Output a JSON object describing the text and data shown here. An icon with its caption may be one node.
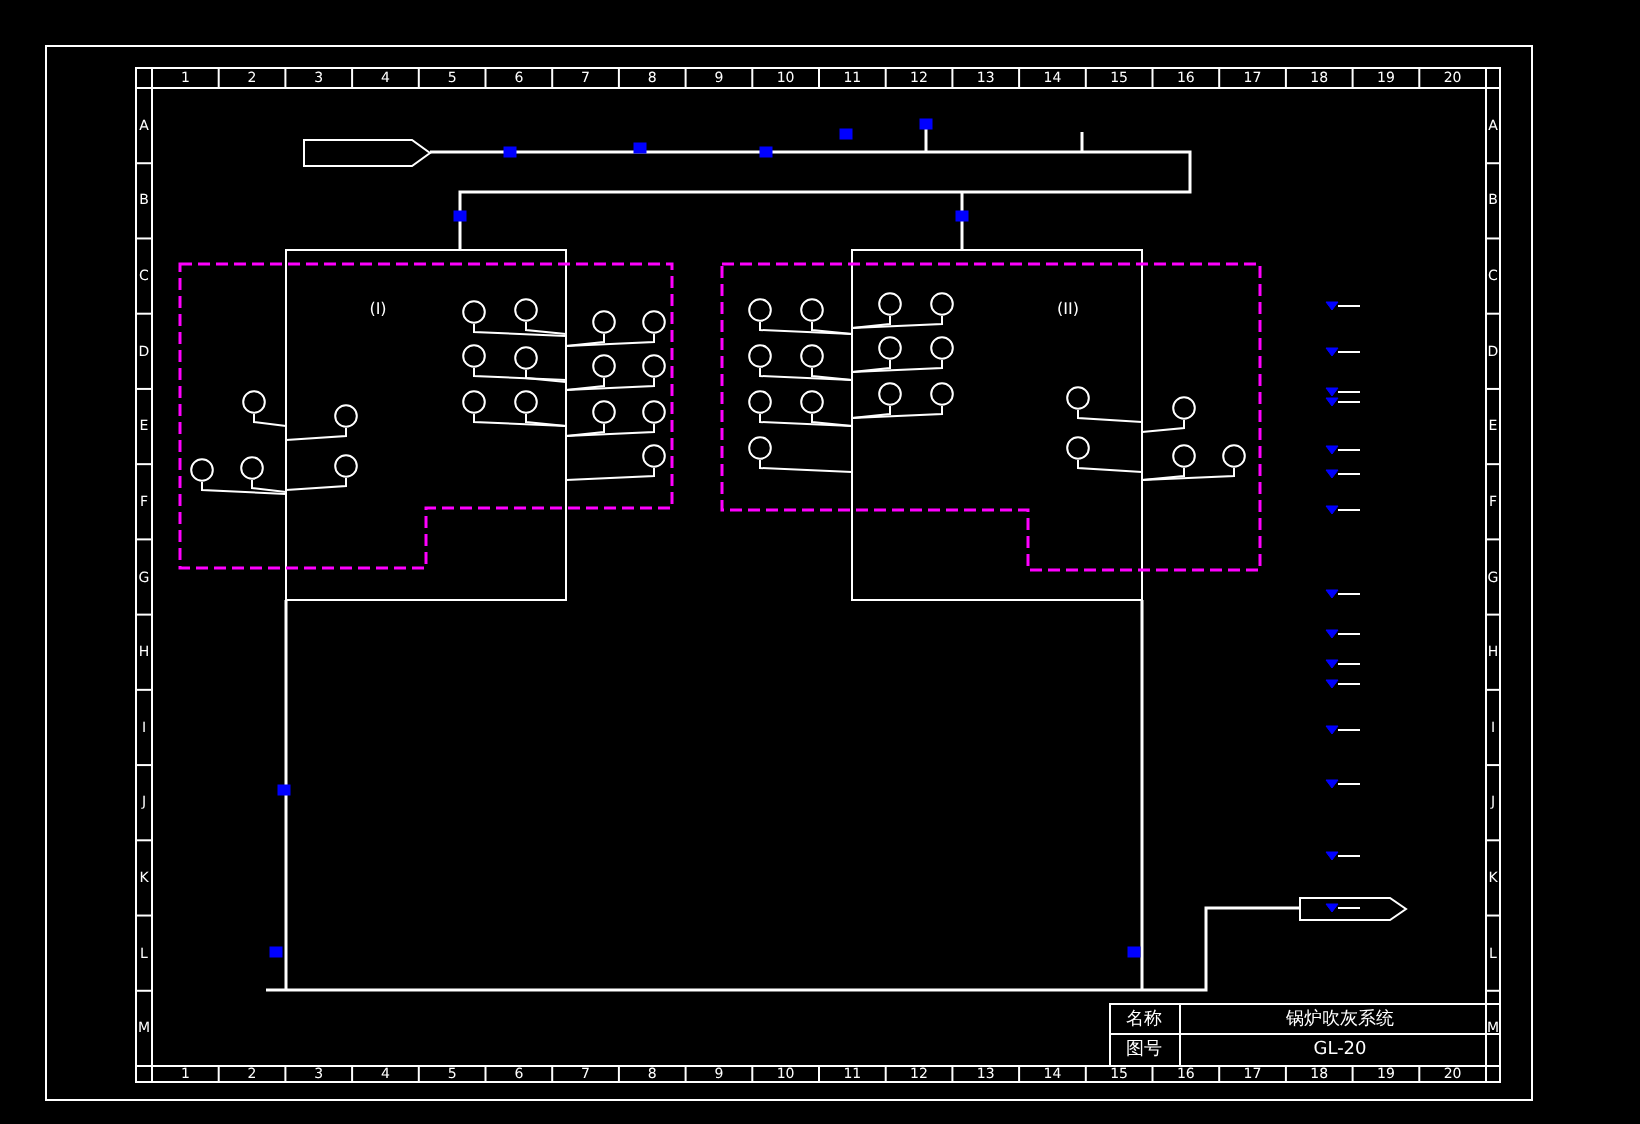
{
  "diagram": {
    "nodes": [
      {
        "text": [
          "(I)"
        ]
      },
      {
        "text": [],
        "shape": "circle",
        "in": 0
      },
      {
        "text": [],
        "shape": "circle",
        "in": 0
      },
      {
        "text": [],
        "shape": "circle",
        "in": 0
      },
      {
        "text": [],
        "shape": "circle",
        "in": 0
      },
      {
        "text": [],
        "shape": "circle",
        "in": 0
      },
      {
        "text": [],
        "shape": "circle",
        "in": 0
      },
      {
        "text": [],
        "shape": "circle",
        "in": 0
      },
      {
        "text": [],
        "shape": "circle",
        "in": 0
      },
      {
        "text": [],
        "shape": "circle",
        "in": 0
      },
      {
        "text": [],
        "shape": "circle",
        "in": 0
      },
      {
        "text": [],
        "shape": "circle",
        "in": 0
      },
      {
        "text": [],
        "shape": "circle",
        "in": 0
      },
      {
        "text": [],
        "shape": "circle",
        "in": 0
      },
      {
        "text": [],
        "shape": "circle",
        "in": 0
      },
      {
        "text": [],
        "shape": "circle",
        "in": 0
      },
      {
        "text": [],
        "shape": "circle",
        "in": 0
      },
      {
        "text": [],
        "shape": "circle",
        "in": 0
      },
      {
        "text": [],
        "shape": "circle",
        "in": 0
      },
      {
        "text": [
          "(II)"
        ]
      },
      {
        "text": [],
        "shape": "circle",
        "in": 19
      },
      {
        "text": [],
        "shape": "circle",
        "in": 19
      },
      {
        "text": [],
        "shape": "circle",
        "in": 19
      },
      {
        "text": [],
        "shape": "circle",
        "in": 19
      },
      {
        "text": [],
        "shape": "circle",
        "in": 19
      },
      {
        "text": [],
        "shape": "circle",
        "in": 19
      },
      {
        "text": [],
        "shape": "circle",
        "in": 19
      },
      {
        "text": [],
        "shape": "circle",
        "in": 19
      },
      {
        "text": [],
        "shape": "circle",
        "in": 19
      },
      {
        "text": [],
        "shape": "circle",
        "in": 19
      },
      {
        "text": [],
        "shape": "circle",
        "in": 19
      },
      {
        "text": [],
        "shape": "circle",
        "in": 19
      },
      {
        "text": [],
        "shape": "circle",
        "in": 19
      },
      {
        "text": [],
        "shape": "circle",
        "in": 19
      },
      {
        "text": [],
        "shape": "circle",
        "in": 19
      },
      {
        "text": [],
        "shape": "circle",
        "in": 19
      },
      {
        "text": [],
        "shape": "circle",
        "in": 19
      },
      {
        "text": [],
        "shape": "circle",
        "in": 19
      },
      {
        "text": [],
        "shape": "box"
      },
      {
        "text": [],
        "shape": "box"
      }
    ],
    "edges": [
      {
        "from": 1,
        "to": null,
        "arrow": "none"
      },
      {
        "from": 2,
        "to": null,
        "arrow": "none"
      },
      {
        "from": 3,
        "to": null,
        "arrow": "none"
      },
      {
        "from": 4,
        "to": null,
        "arrow": "none"
      },
      {
        "from": 5,
        "to": null,
        "arrow": "none"
      },
      {
        "from": 6,
        "to": null,
        "arrow": "none"
      },
      {
        "from": 7,
        "to": null,
        "arrow": "none"
      },
      {
        "from": 8,
        "to": null,
        "arrow": "none"
      },
      {
        "from": 9,
        "to": null,
        "arrow": "none"
      },
      {
        "from": 10,
        "to": null,
        "arrow": "none"
      },
      {
        "from": 11,
        "to": null,
        "arrow": "none"
      },
      {
        "from": 12,
        "to": null,
        "arrow": "none"
      },
      {
        "from": 13,
        "to": null,
        "arrow": "none"
      },
      {
        "from": 14,
        "to": null,
        "arrow": "none"
      },
      {
        "from": 15,
        "to": null,
        "arrow": "none"
      },
      {
        "from": 16,
        "to": null,
        "arrow": "none"
      },
      {
        "from": 17,
        "to": null,
        "arrow": "none"
      },
      {
        "from": 18,
        "to": null,
        "arrow": "none"
      },
      {
        "from": 20,
        "to": null,
        "arrow": "none"
      },
      {
        "from": 21,
        "to": null,
        "arrow": "none"
      },
      {
        "from": 22,
        "to": null,
        "arrow": "none"
      },
      {
        "from": 23,
        "to": null,
        "arrow": "none"
      },
      {
        "from": 24,
        "to": null,
        "arrow": "none"
      },
      {
        "from": 25,
        "to": null,
        "arrow": "none"
      },
      {
        "from": 26,
        "to": null,
        "arrow": "none"
      },
      {
        "from": 27,
        "to": null,
        "arrow": "none"
      },
      {
        "from": 28,
        "to": null,
        "arrow": "none"
      },
      {
        "from": 29,
        "to": null,
        "arrow": "none"
      },
      {
        "from": 30,
        "to": null,
        "arrow": "none"
      },
      {
        "from": 31,
        "to": null,
        "arrow": "none"
      },
      {
        "from": 32,
        "to": null,
        "arrow": "none"
      },
      {
        "from": 33,
        "to": null,
        "arrow": "none"
      },
      {
        "from": 34,
        "to": null,
        "arrow": "none"
      },
      {
        "from": 35,
        "to": null,
        "arrow": "none"
      },
      {
        "from": 36,
        "to": null,
        "arrow": "none"
      },
      {
        "from": 37,
        "to": null,
        "arrow": "none"
      }
    ],
    "labels": [
      "1",
      "2",
      "3",
      "4",
      "5",
      "6",
      "7",
      "8",
      "9",
      "10",
      "11",
      "12",
      "13",
      "14",
      "15",
      "16",
      "17",
      "18",
      "19",
      "20",
      "A",
      "B",
      "C",
      "D",
      "E",
      "F",
      "G",
      "H",
      "I",
      "J",
      "K",
      "L",
      "M",
      "A",
      "B",
      "C",
      "D",
      "E",
      "F",
      "G",
      "H",
      "I",
      "J",
      "K",
      "L",
      "M",
      "1",
      "2",
      "3",
      "4",
      "5",
      "6",
      "7",
      "8",
      "9",
      "10",
      "11",
      "12",
      "13",
      "14",
      "15",
      "16",
      "17",
      "18",
      "19",
      "20",
      "名称",
      "锅炉吹灰系统",
      "图号",
      "GL-20"
    ]
  }
}
